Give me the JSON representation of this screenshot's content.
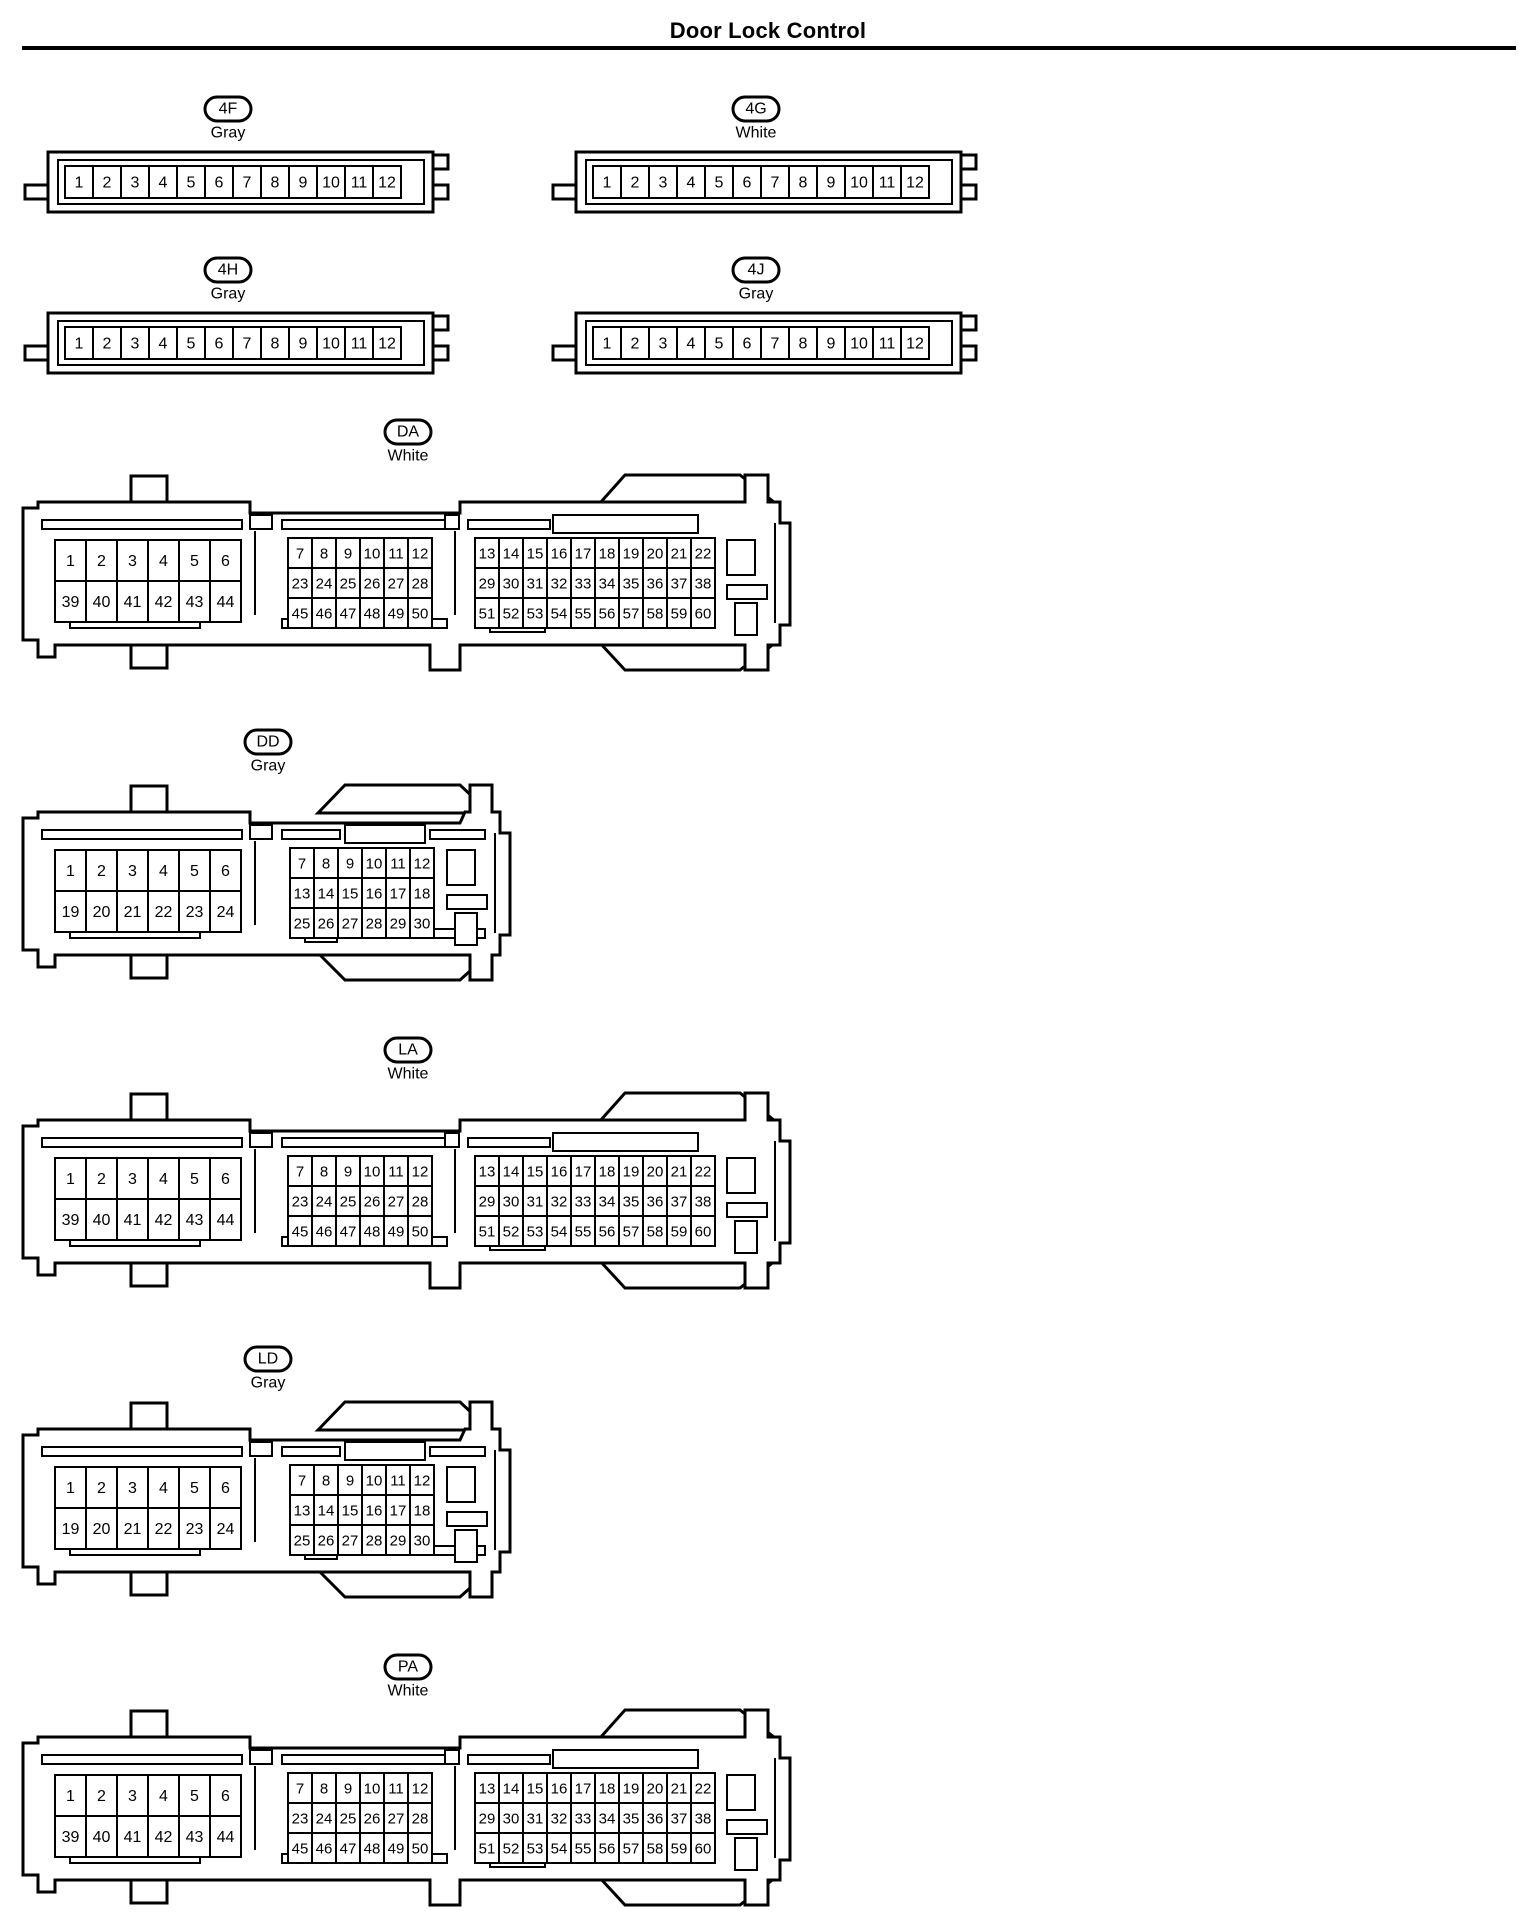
{
  "title": "Door Lock Control",
  "connectors": [
    {
      "id": "4F",
      "color": "Gray",
      "type": "row12"
    },
    {
      "id": "4G",
      "color": "White",
      "type": "row12"
    },
    {
      "id": "4H",
      "color": "Gray",
      "type": "row12"
    },
    {
      "id": "4J",
      "color": "Gray",
      "type": "row12"
    },
    {
      "id": "DA",
      "color": "White",
      "type": "big60"
    },
    {
      "id": "DD",
      "color": "Gray",
      "type": "mid30"
    },
    {
      "id": "LA",
      "color": "White",
      "type": "big60"
    },
    {
      "id": "LD",
      "color": "Gray",
      "type": "mid30"
    },
    {
      "id": "PA",
      "color": "White",
      "type": "big60"
    }
  ],
  "pinouts": {
    "row12": {
      "pins": [
        "1",
        "2",
        "3",
        "4",
        "5",
        "6",
        "7",
        "8",
        "9",
        "10",
        "11",
        "12"
      ]
    },
    "big60": {
      "left_block": [
        [
          "1",
          "2",
          "3",
          "4",
          "5",
          "6"
        ],
        [
          "39",
          "40",
          "41",
          "42",
          "43",
          "44"
        ]
      ],
      "mid_block": [
        [
          "7",
          "8",
          "9",
          "10",
          "11",
          "12"
        ],
        [
          "23",
          "24",
          "25",
          "26",
          "27",
          "28"
        ],
        [
          "45",
          "46",
          "47",
          "48",
          "49",
          "50"
        ]
      ],
      "right_block": [
        [
          "13",
          "14",
          "15",
          "16",
          "17",
          "18",
          "19",
          "20",
          "21",
          "22"
        ],
        [
          "29",
          "30",
          "31",
          "32",
          "33",
          "34",
          "35",
          "36",
          "37",
          "38"
        ],
        [
          "51",
          "52",
          "53",
          "54",
          "55",
          "56",
          "57",
          "58",
          "59",
          "60"
        ]
      ]
    },
    "mid30": {
      "left_block": [
        [
          "1",
          "2",
          "3",
          "4",
          "5",
          "6"
        ],
        [
          "19",
          "20",
          "21",
          "22",
          "23",
          "24"
        ]
      ],
      "right_block": [
        [
          "7",
          "8",
          "9",
          "10",
          "11",
          "12"
        ],
        [
          "13",
          "14",
          "15",
          "16",
          "17",
          "18"
        ],
        [
          "25",
          "26",
          "27",
          "28",
          "29",
          "30"
        ]
      ]
    }
  }
}
